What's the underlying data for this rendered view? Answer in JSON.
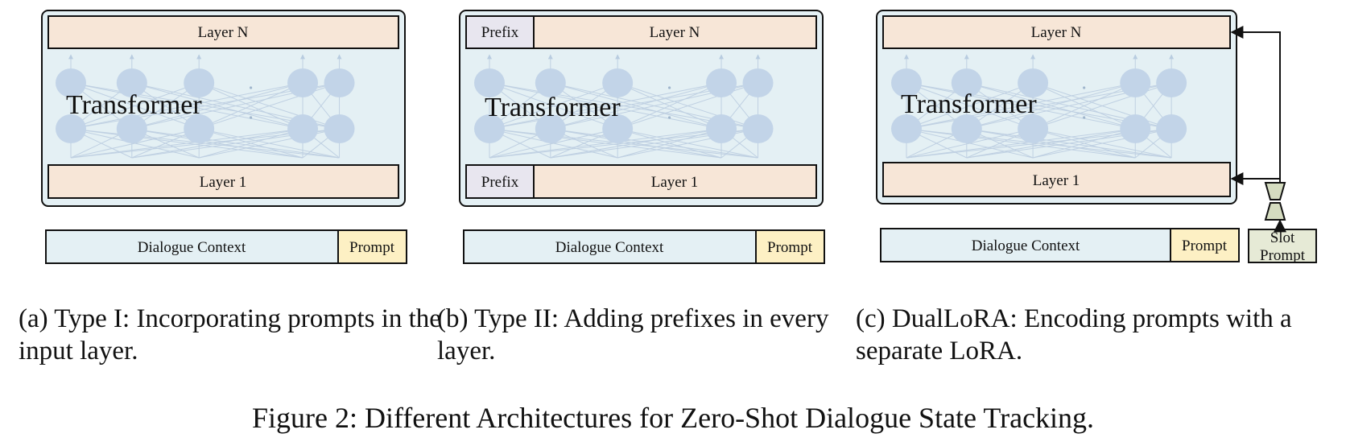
{
  "panels": [
    {
      "id": "a",
      "transformer_label": "Transformer",
      "top_layer": "Layer N",
      "bottom_layer": "Layer 1",
      "input_context": "Dialogue Context",
      "input_prompt": "Prompt",
      "caption": "(a) Type I: Incorporating prompts in the input layer."
    },
    {
      "id": "b",
      "transformer_label": "Transformer",
      "top_layer": "Layer N",
      "bottom_layer": "Layer 1",
      "prefix_top": "Prefix",
      "prefix_bottom": "Prefix",
      "input_context": "Dialogue Context",
      "input_prompt": "Prompt",
      "caption": "(b) Type II: Adding prefixes in every layer."
    },
    {
      "id": "c",
      "transformer_label": "Transformer",
      "top_layer": "Layer N",
      "bottom_layer": "Layer 1",
      "input_context": "Dialogue Context",
      "input_prompt": "Prompt",
      "slot_prompt_line1": "Slot",
      "slot_prompt_line2": "Prompt",
      "caption": "(c) DualLoRA: Encoding prompts with a separate LoRA."
    }
  ],
  "figure_caption": "Figure 2: Different Architectures for Zero-Shot Dialogue State Tracking.",
  "colors": {
    "transformer_fill": "#e4f0f4",
    "layer_fill": "#f7e6d7",
    "prefix_fill": "#e8e6ef",
    "prompt_fill": "#fdf0c4",
    "slot_prompt_fill": "#e6ead6",
    "lora_fill": "#d5dcc0",
    "neuron_fill": "#c2d4e8",
    "neuron_line": "#bfd0e2",
    "stroke": "#111111"
  }
}
